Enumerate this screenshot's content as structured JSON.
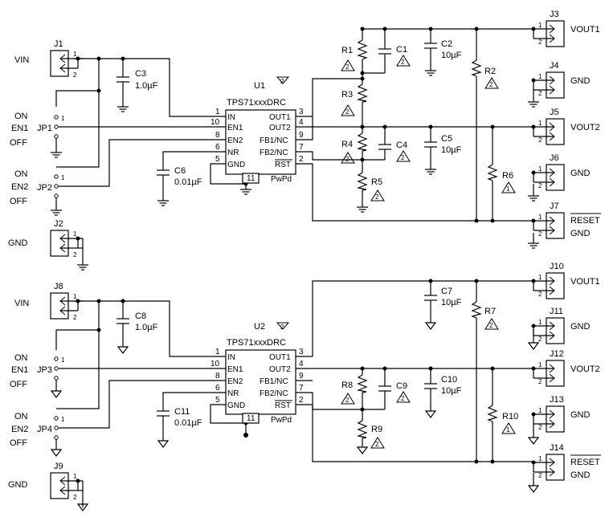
{
  "nets": {
    "vin": "VIN",
    "gnd": "GND",
    "on": "ON",
    "off": "OFF",
    "vout1": "VOUT1",
    "vout2": "VOUT2",
    "reset": "RESET"
  },
  "ics": [
    {
      "ref": "U1",
      "part": "TPS71xxxDRC",
      "note": "2",
      "pins_left": [
        {
          "num": "1",
          "name": "IN"
        },
        {
          "num": "10",
          "name": "EN1"
        },
        {
          "num": "8",
          "name": "EN2"
        },
        {
          "num": "6",
          "name": "NR"
        },
        {
          "num": "5",
          "name": "GND"
        }
      ],
      "pins_right": [
        {
          "num": "3",
          "name": "OUT1"
        },
        {
          "num": "4",
          "name": "OUT2"
        },
        {
          "num": "9",
          "name": "FB1/NC"
        },
        {
          "num": "7",
          "name": "FB2/NC"
        },
        {
          "num": "2",
          "name": "RST"
        }
      ],
      "pad": {
        "num": "11",
        "name": "PwPd"
      }
    },
    {
      "ref": "U2",
      "part": "TPS71xxxDRC",
      "note": "2",
      "pins_left": [
        {
          "num": "1",
          "name": "IN"
        },
        {
          "num": "10",
          "name": "EN1"
        },
        {
          "num": "8",
          "name": "EN2"
        },
        {
          "num": "6",
          "name": "NR"
        },
        {
          "num": "5",
          "name": "GND"
        }
      ],
      "pins_right": [
        {
          "num": "3",
          "name": "OUT1"
        },
        {
          "num": "4",
          "name": "OUT2"
        },
        {
          "num": "9",
          "name": "FB1/NC"
        },
        {
          "num": "7",
          "name": "FB2/NC"
        },
        {
          "num": "2",
          "name": "RST"
        }
      ],
      "pad": {
        "num": "11",
        "name": "PwPd"
      }
    }
  ],
  "jumpers": [
    {
      "ref": "JP1",
      "label": "EN1"
    },
    {
      "ref": "JP2",
      "label": "EN2"
    },
    {
      "ref": "JP3",
      "label": "EN1"
    },
    {
      "ref": "JP4",
      "label": "EN2"
    }
  ],
  "connectors": [
    {
      "ref": "J1",
      "net": "VIN"
    },
    {
      "ref": "J2",
      "net": "GND"
    },
    {
      "ref": "J3",
      "net": "VOUT1"
    },
    {
      "ref": "J4",
      "net": "GND"
    },
    {
      "ref": "J5",
      "net": "VOUT2"
    },
    {
      "ref": "J6",
      "net": "GND"
    },
    {
      "ref": "J7",
      "net": "RESET"
    },
    {
      "ref": "J8",
      "net": "VIN"
    },
    {
      "ref": "J9",
      "net": "GND"
    },
    {
      "ref": "J10",
      "net": "VOUT1"
    },
    {
      "ref": "J11",
      "net": "GND"
    },
    {
      "ref": "J12",
      "net": "VOUT2"
    },
    {
      "ref": "J13",
      "net": "GND"
    },
    {
      "ref": "J14",
      "net": "RESET"
    }
  ],
  "capacitors": [
    {
      "ref": "C1",
      "value": "",
      "note": "2"
    },
    {
      "ref": "C2",
      "value": "10µF",
      "note": ""
    },
    {
      "ref": "C3",
      "value": "1.0µF",
      "note": ""
    },
    {
      "ref": "C4",
      "value": "",
      "note": "2"
    },
    {
      "ref": "C5",
      "value": "10µF",
      "note": ""
    },
    {
      "ref": "C6",
      "value": "0.01µF",
      "note": ""
    },
    {
      "ref": "C7",
      "value": "10µF",
      "note": ""
    },
    {
      "ref": "C8",
      "value": "1.0µF",
      "note": ""
    },
    {
      "ref": "C9",
      "value": "",
      "note": "2"
    },
    {
      "ref": "C10",
      "value": "10µF",
      "note": ""
    },
    {
      "ref": "C11",
      "value": "0.01µF",
      "note": ""
    }
  ],
  "resistors": [
    {
      "ref": "R1",
      "note": "2"
    },
    {
      "ref": "R2",
      "note": "2"
    },
    {
      "ref": "R3",
      "note": "2"
    },
    {
      "ref": "R4",
      "note": "2"
    },
    {
      "ref": "R5",
      "note": "2"
    },
    {
      "ref": "R6",
      "note": "1"
    },
    {
      "ref": "R7",
      "note": "2"
    },
    {
      "ref": "R8",
      "note": "2"
    },
    {
      "ref": "R9",
      "note": "2"
    },
    {
      "ref": "R10",
      "note": "1"
    }
  ],
  "header_pins": {
    "one": "1",
    "two": "2"
  }
}
